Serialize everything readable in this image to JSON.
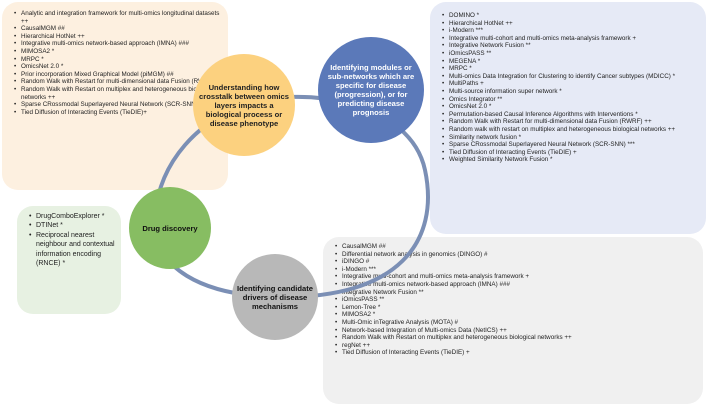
{
  "top_left_items": [
    "Analytic and integration framework  for multi-omics longitudinal datasets ++",
    "CausalMGM ##",
    "Hierarchical  HotNet ++",
    "Integrative  multi-omics network-based approach (IMNA) ###",
    "MIMOSA2 *",
    "MRPC *",
    "OmicsNet 2.0 *",
    "Prior incorporation Mixed Graphical Model (piMGM) ##",
    "Random Walk with Restart for multi-dimensional  data Fusion (RWRF) ++",
    "Random Walk with Restart on multiplex and heterogeneous  biological networks ++",
    "Sparse CRossmodal Superlayered  Neural Network (SCR-SNN) ***",
    "Tied Diffusion of Interacting Events (TieDIE)+"
  ],
  "top_right_items": [
    "DOMINO *",
    "Hierarchical  HotNet ++",
    "i-Modern ***",
    "Integrative  multi-cohort and multi-omics meta-analysis  framework  +",
    "Integrative  Network Fusion **",
    "iOmicsPASS **",
    "MEGENA *",
    "MRPC *",
    "Multi-omics Data Integration for Clustering to identify Cancer subtypes (MDICC) *",
    "MultiPaths +",
    "Multi-source information super network *",
    "Omics Integrator **",
    "OmicsNet 2.0 *",
    "Permutation-based  Causal Inference Algorithms with Interventions *",
    "Random Walk with Restart for multi-dimensional  data Fusion (RWRF) ++",
    "Random walk with restart on multiplex and heterogeneous biological networks ++",
    "Similarity network fusion *",
    "Sparse  CRossmodal Superlayered  Neural  Network (SCR-SNN) ***",
    "Tied Diffusion of Interacting Events (TieDIE) +",
    "Weighted Similarity Network Fusion *"
  ],
  "middle_left_items": [
    "DrugComboExplorer  *",
    "DTINet *",
    "Reciprocal nearest neighbour and contextual information encoding (RNCE) *"
  ],
  "bottom_right_items": [
    "CausalMGM ##",
    "Differential  network analysis in genomics (DINGO) #",
    "iDINGO #",
    "i-Modern ***",
    "Integrative  multi-cohort and multi-omics meta-analysis  framework  +",
    "Integrative  multi-omics network-based  approach (IMNA) ###",
    "Integrative  Network Fusion **",
    "iOmicsPASS **",
    "Lemon-Tree *",
    "MIMOSA2 *",
    "Multi-Omic inTegrative Analysis (MOTA) #",
    "Network-based  Integration  of Multi-omics Data (NetICS) ++",
    "Random Walk with Restart on multiplex and heterogeneous biological networks ++",
    "regNet ++",
    "Tied Diffusion of Interacting Events (TieDIE) +"
  ],
  "circles": {
    "crosstalk": "Understanding how crosstalk between omics layers impacts a biological process or disease phenotype",
    "modules": "Identifying modules or sub-networks which are specific for disease (progression), or for predicting disease prognosis",
    "drug": "Drug discovery",
    "drivers": "Identifying candidate drivers of disease mechanisms"
  },
  "colors": {
    "ring": "#7b8fb5",
    "yellow": "#fcd17f",
    "blue": "#5b79b9",
    "green": "#87bd62",
    "grey": "#b8b8b8"
  }
}
